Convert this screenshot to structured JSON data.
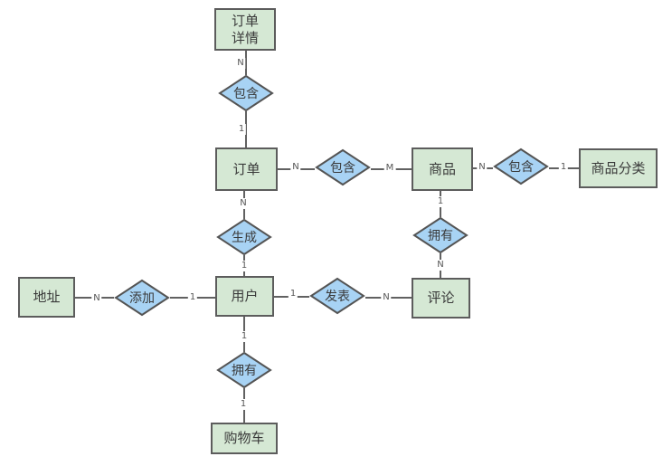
{
  "colors": {
    "canvas_bg": "#ffffff",
    "entity_fill": "#d5e8d4",
    "entity_border": "#5c5c5c",
    "relation_fill": "#a8d3f4",
    "relation_border": "#545454",
    "connector": "#616161",
    "text": "#3a3a3a",
    "cardinality_text": "#565656"
  },
  "diagram_type": "entity-relationship",
  "entities": {
    "order_details": "订单\n详情",
    "order": "订单",
    "product": "商品",
    "product_category": "商品分类",
    "address": "地址",
    "user": "用户",
    "comment": "评论",
    "cart": "购物车"
  },
  "relations": {
    "contains_order_details": "包含",
    "contains_product": "包含",
    "contains_category": "包含",
    "generate": "生成",
    "own_comment": "拥有",
    "add_address": "添加",
    "publish": "发表",
    "own_cart": "拥有"
  },
  "cardinalities": {
    "order_details_to_contains": "N",
    "contains_to_order": "1",
    "order_to_contains": "N",
    "contains_to_product": "M",
    "product_to_contains2": "N",
    "contains2_to_category": "1",
    "order_to_generate": "N",
    "generate_to_user": "1",
    "product_to_own": "1",
    "own_to_comment": "N",
    "address_to_add": "N",
    "add_to_user": "1",
    "user_to_publish": "1",
    "publish_to_comment": "N",
    "user_to_own2": "1",
    "own2_to_cart": "1"
  }
}
